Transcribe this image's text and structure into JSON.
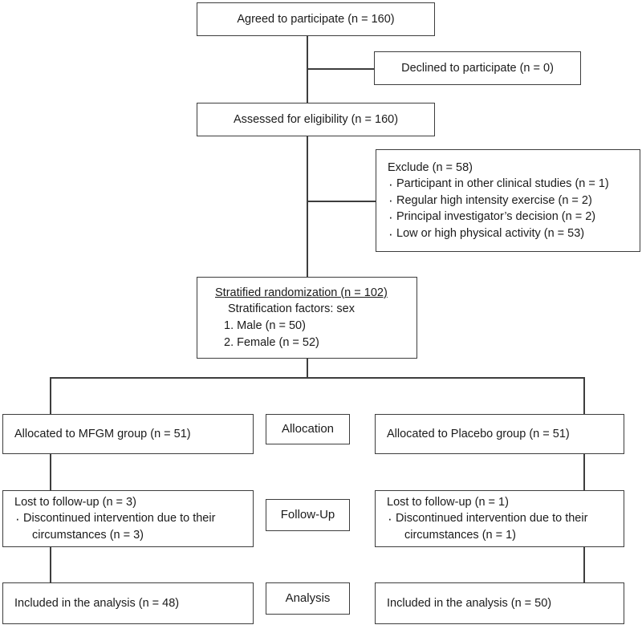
{
  "diagram": {
    "title": "CONSORT participant flow diagram",
    "type": "flowchart",
    "line_color": "#3d3d3d",
    "background": "#ffffff"
  },
  "nodes": {
    "agreed": {
      "text": "Agreed to participate (n = 160)"
    },
    "declined": {
      "text": "Declined to participate (n = 0)"
    },
    "assessed": {
      "text": "Assessed for eligibility (n = 160)"
    },
    "exclude": {
      "heading": "Exclude (n = 58)",
      "reasons": [
        "Participant in other clinical studies (n = 1)",
        "Regular high intensity exercise (n = 2)",
        "Principal investigator’s decision  (n = 2)",
        "Low or high physical activity (n = 53)"
      ]
    },
    "randomization": {
      "heading": "Stratified randomization (n = 102)",
      "factors_label": "Stratification factors: sex",
      "strata": [
        "1. Male (n = 50)",
        "2. Female (n = 52)"
      ]
    },
    "allocated_left": {
      "text": "Allocated to MFGM group (n = 51)"
    },
    "allocated_right": {
      "text": "Allocated to Placebo group (n = 51)"
    },
    "lost_left": {
      "heading": "Lost to follow-up (n = 3)",
      "detail_line1": "Discontinued intervention due to their",
      "detail_line2": "circumstances (n = 3)"
    },
    "lost_right": {
      "heading": "Lost to follow-up (n = 1)",
      "detail_line1": "Discontinued intervention due to their",
      "detail_line2": "circumstances (n = 1)"
    },
    "analysis_left": {
      "text": "Included in the analysis (n = 48)"
    },
    "analysis_right": {
      "text": "Included in the analysis (n = 50)"
    }
  },
  "stages": {
    "allocation": "Allocation",
    "followup": "Follow-Up",
    "analysis": "Analysis"
  }
}
